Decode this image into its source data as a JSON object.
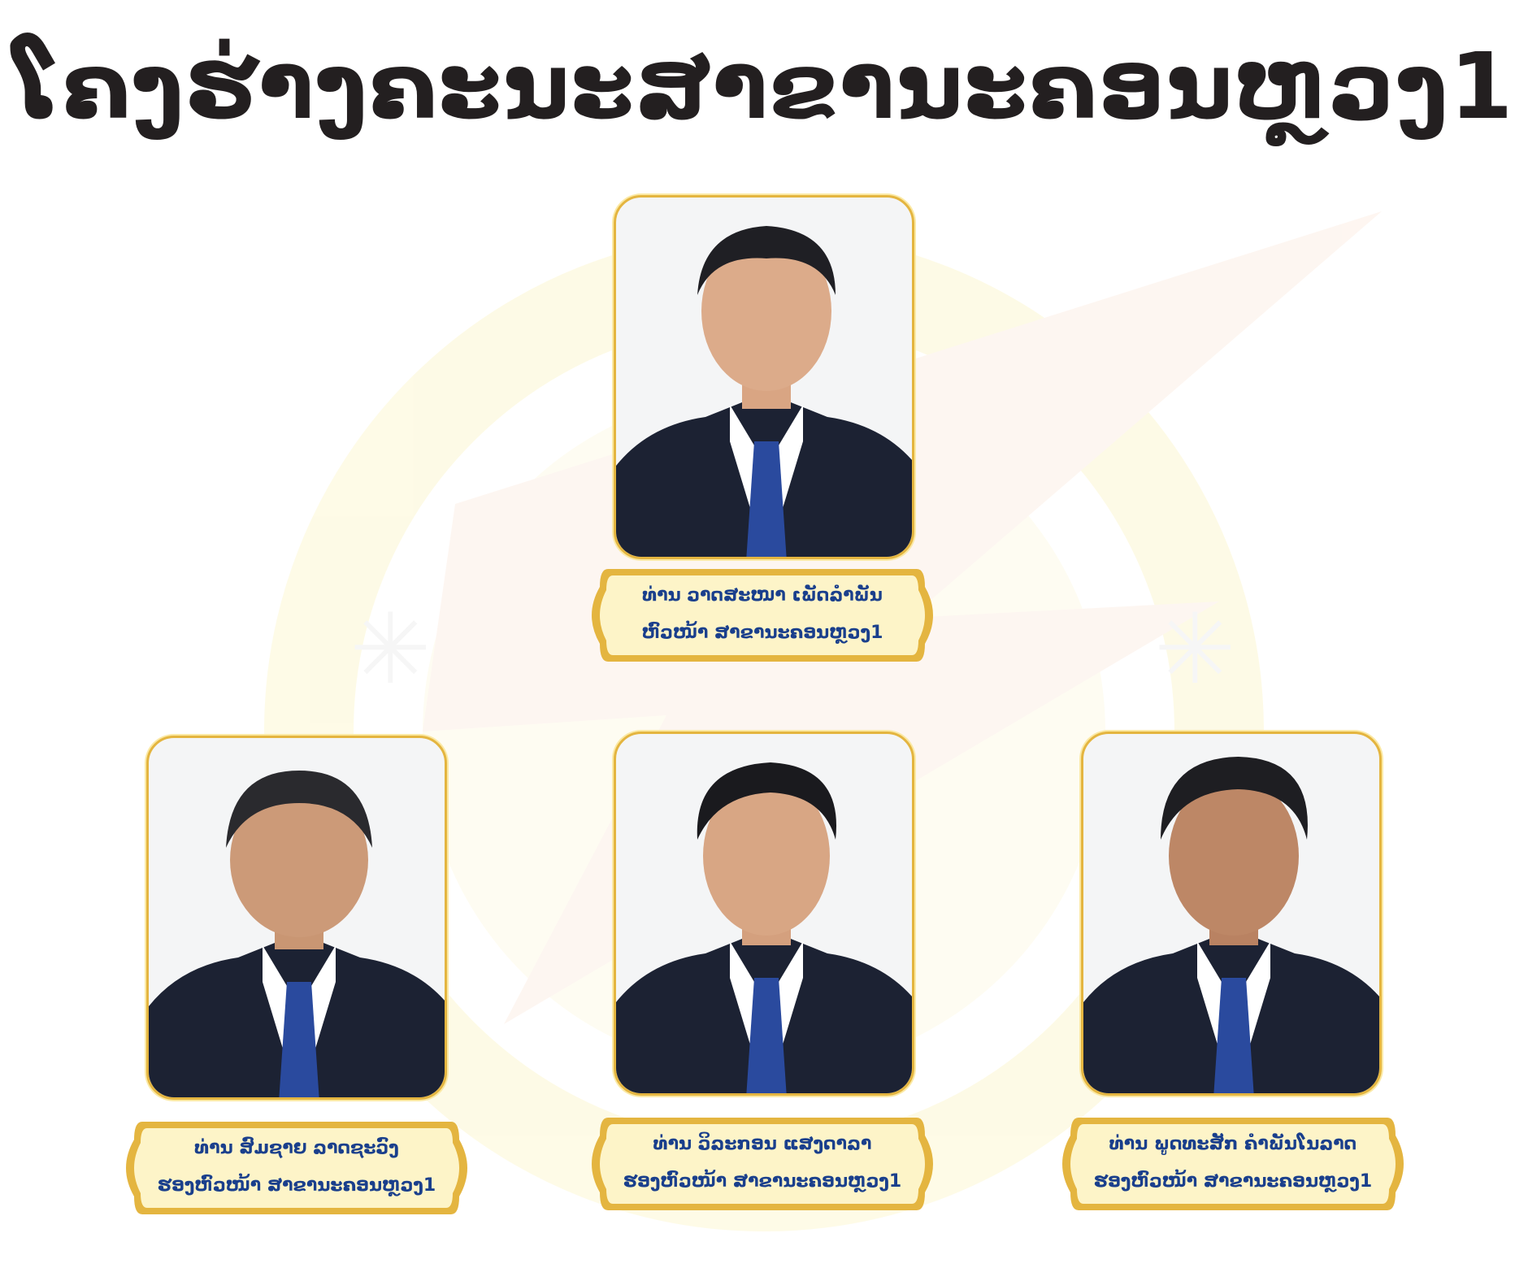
{
  "title": "ໂຄງຮ່າງຄະນະສາຂານະຄອນຫຼວງ1",
  "colors": {
    "gold": "#e4b540",
    "gold_light": "#fdf4c8",
    "name_blue": "#1a3f8c",
    "title_dark": "#231f20"
  },
  "members": [
    {
      "name": "ທ່ານ ວາດສະໜາ ເພັດລຳພັນ",
      "position": "ຫົວໜ້າ ສາຂານະຄອນຫຼວງ1"
    },
    {
      "name": "ທ່ານ ສົມຊາຍ ລາດຊະວົງ",
      "position": "ຮອງຫົວໜ້າ ສາຂານະຄອນຫຼວງ1"
    },
    {
      "name": "ທ່ານ ວິລະກອນ ແສງດາລາ",
      "position": "ຮອງຫົວໜ້າ ສາຂານະຄອນຫຼວງ1"
    },
    {
      "name": "ທ່ານ ພູດທະສັກ ຄຳພັນໂນລາດ",
      "position": "ຮອງຫົວໜ້າ ສາຂານະຄອນຫຼວງ1"
    }
  ]
}
